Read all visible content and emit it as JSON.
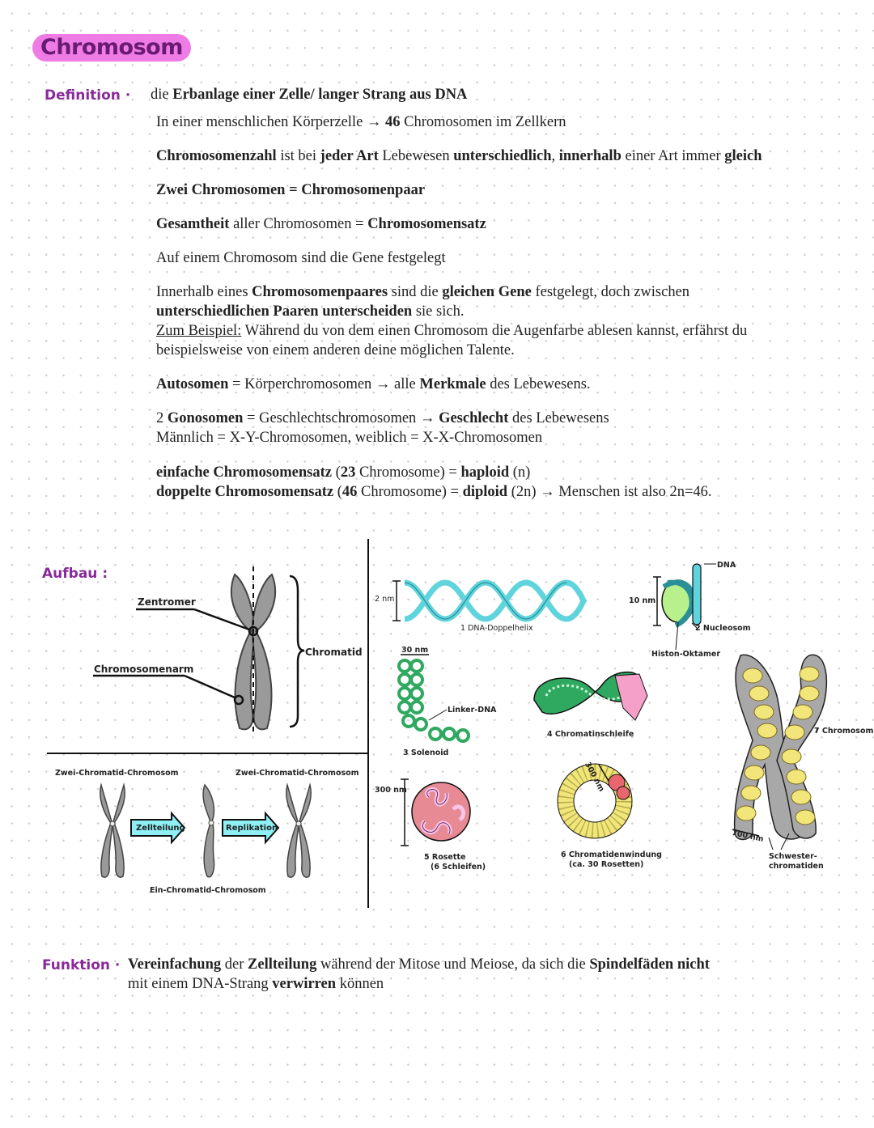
{
  "title": "Chromosom",
  "definition": {
    "label": "Definition ·",
    "line1": {
      "p1": "die ",
      "b1": "Erbanlage einer Zelle/ langer Strang aus DNA"
    },
    "line2": {
      "p1": "In einer menschlichen Körperzelle → ",
      "b1": "46",
      "p2": " Chromosomen im Zellkern"
    },
    "line3": {
      "b1": "Chromosomenzahl",
      "p1": " ist bei ",
      "b2": "jeder Art",
      "p2": " Lebewesen ",
      "b3": "unterschiedlich",
      "p3": ", ",
      "b4": "innerhalb",
      "p4": " einer Art immer ",
      "b5": "gleich"
    },
    "line4": {
      "b1": "Zwei Chromosomen = Chromosomenpaar"
    },
    "line5": {
      "b1": "Gesamtheit",
      "p1": " aller Chromosomen = ",
      "b2": "Chromosomensatz"
    },
    "line6": {
      "p1": "Auf einem Chromosom sind die Gene festgelegt"
    },
    "line7": {
      "p1": "Innerhalb eines ",
      "b1": "Chromosomenpaares",
      "p2": " sind die ",
      "b2": "gleichen Gene",
      "p3": " festgelegt, doch zwischen"
    },
    "line8": {
      "b1": "unterschiedlichen Paaren unterscheiden",
      "p1": " sie sich."
    },
    "line9": {
      "u1": "Zum Beispiel:",
      "p1": " Während du von dem einen Chromosom die Augenfarbe ablesen kannst, erfährst du"
    },
    "line10": {
      "p1": "beispielsweise von einem anderen deine möglichen Talente."
    },
    "line11": {
      "b1": "Autosomen",
      "p1": " = Körperchromosomen → alle ",
      "b2": "Merkmale",
      "p2": " des Lebewesens."
    },
    "line12": {
      "p1": "2 ",
      "b1": "Gonosomen",
      "p2": " = Geschlechtschromosomen → ",
      "b2": "Geschlecht",
      "p3": " des Lebewesens"
    },
    "line13": {
      "p1": "Männlich = X-Y-Chromosomen, weiblich = X-X-Chromosomen"
    },
    "line14": {
      "b1": "einfache Chromosomensatz",
      "p1": " (",
      "b2": "23",
      "p2": " Chromosome) = ",
      "b3": "haploid",
      "p3": " (n)"
    },
    "line15": {
      "b1": "doppelte Chromosomensatz",
      "p1": " (",
      "b2": "46",
      "p2": " Chromosome) = ",
      "b3": "diploid",
      "p3": " (2n)   → Menschen ist also 2n=46."
    }
  },
  "aufbau": {
    "label": "Aufbau :",
    "zentromer": "Zentromer",
    "chromosomenarm": "Chromosomenarm",
    "chromatid": "Chromatid",
    "zwei_chromatid_left": "Zwei-Chromatid-Chromosom",
    "zwei_chromatid_right": "Zwei-Chromatid-Chromosom",
    "ein_chromatid": "Ein-Chromatid-Chromosom",
    "zellteilung": "Zellteilung",
    "replikation": "Replikation",
    "dna": "DNA",
    "nm2": "2 nm",
    "doppelhelix": "1 DNA-Doppelhelix",
    "nm10": "10 nm",
    "nucleosom": "2 Nucleosom",
    "histon": "Histon-Oktamer",
    "nm30": "30 nm",
    "linker": "Linker-DNA",
    "solenoid": "3 Solenoid",
    "schleife": "4 Chromatinschleife",
    "nm300": "300 nm",
    "rosette1": "5 Rosette",
    "rosette2": "(6 Schleifen)",
    "nm300b": "300 nm",
    "windung1": "6 Chromatidenwindung",
    "windung2": "(ca. 30 Rosetten)",
    "chromosom7": "7 Chromosom",
    "nm700": "700 nm",
    "schwester1": "Schwester-",
    "schwester2": "chromatiden"
  },
  "funktion": {
    "label": "Funktion ·",
    "line1": {
      "b1": "Vereinfachung",
      "p1": " der ",
      "b2": "Zellteilung",
      "p2": " während der Mitose und Meiose, da sich die ",
      "b3": "Spindelfäden nicht"
    },
    "line2": {
      "p1": "mit einem DNA-Strang ",
      "b1": "verwirren",
      "p2": " können"
    }
  },
  "colors": {
    "title_bg": "#ee7be6",
    "label": "#8a2a9a",
    "helix": "#5fd4dc",
    "solenoid": "#2fa860",
    "chromosome": "#f2e57a",
    "rosette": "#e88a94"
  }
}
